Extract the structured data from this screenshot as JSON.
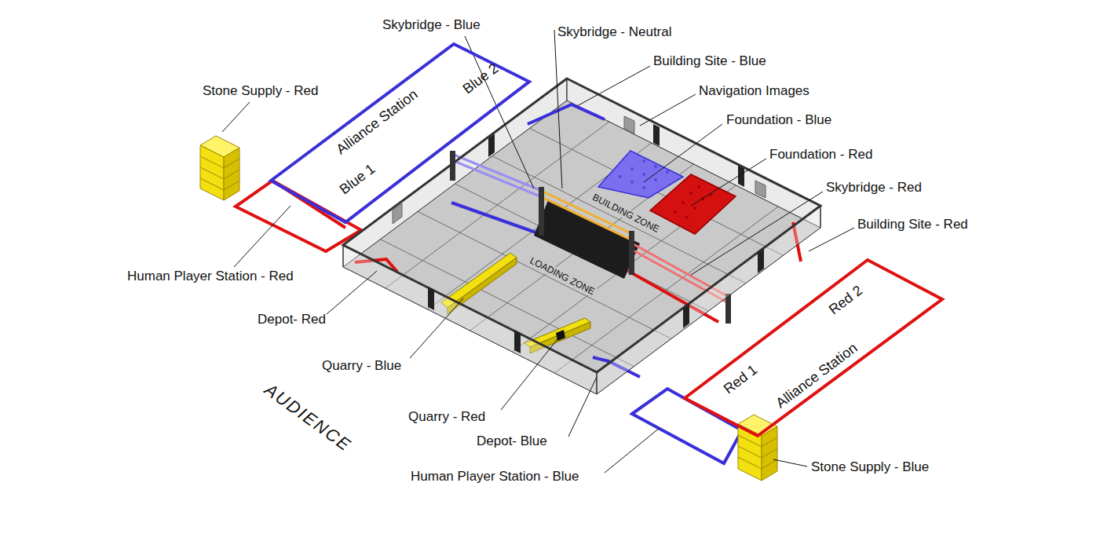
{
  "diagram": {
    "nodes": [
      {
        "text": [
          "Alliance Station",
          "Blue 2",
          "Blue 1"
        ]
      },
      {
        "text": [
          "Red 2",
          "Red 1",
          "Alliance Station"
        ]
      }
    ],
    "labels": [
      "Skybridge - Blue",
      "Skybridge - Neutral",
      "Building Site - Blue",
      "Navigation Images",
      "Foundation - Blue",
      "Foundation - Red",
      "Skybridge - Red",
      "Building Site - Red",
      "Stone Supply - Red",
      "Human Player Station - Red",
      "Depot- Red",
      "Quarry - Blue",
      "Quarry - Red",
      "Depot- Blue",
      "Human Player Station - Blue",
      "Stone Supply - Blue",
      "AUDIENCE",
      "BUILDING ZONE",
      "LOADING ZONE"
    ]
  }
}
